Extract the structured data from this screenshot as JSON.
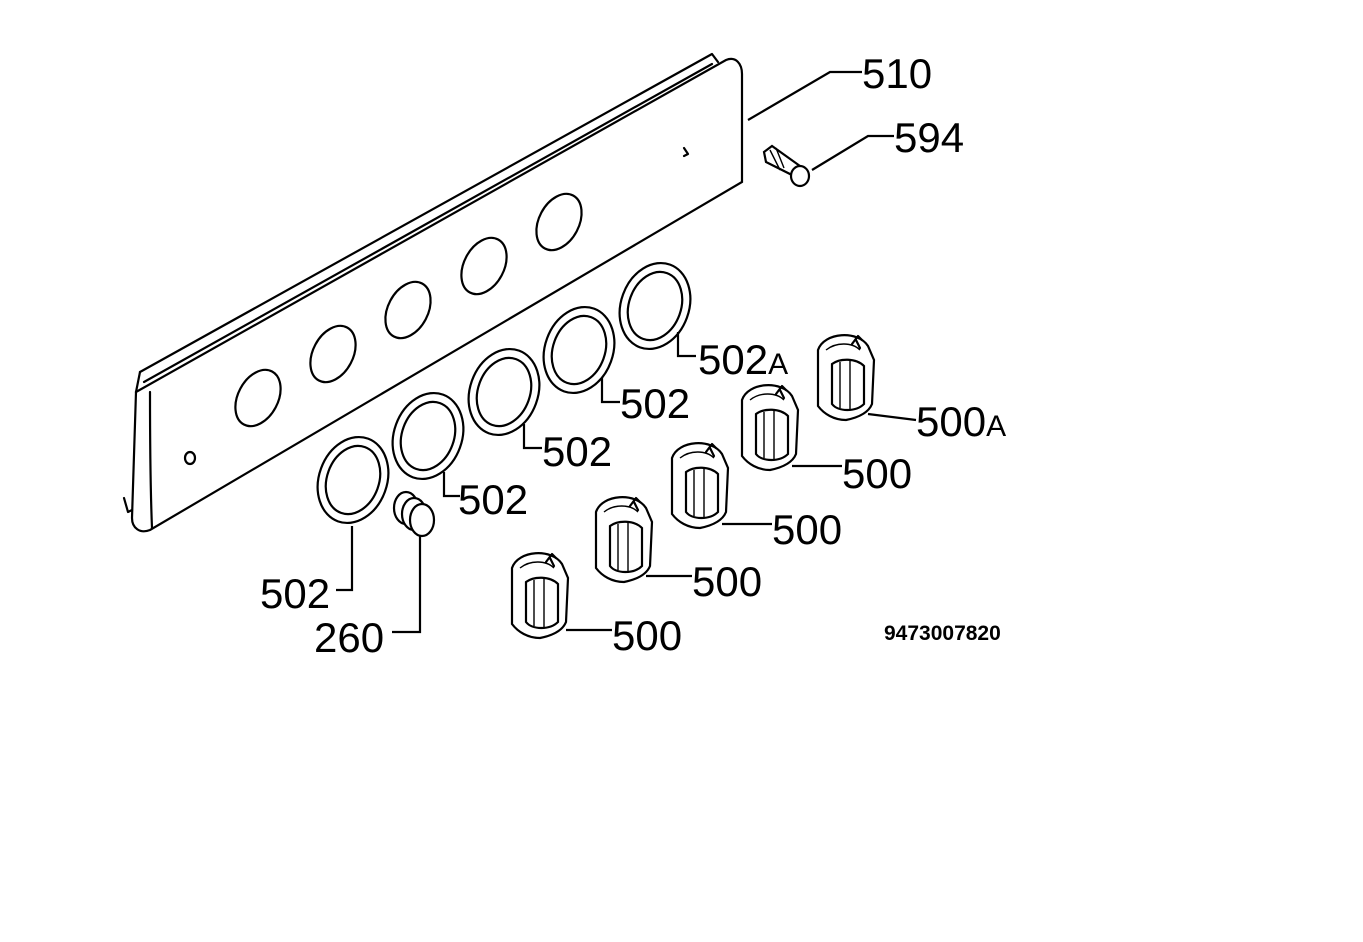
{
  "diagram": {
    "drawing_code": "9473007820",
    "parts": {
      "p510": "510",
      "p594": "594",
      "p502a": "502",
      "p502a_suffix": "A",
      "p502_1": "502",
      "p502_2": "502",
      "p502_3": "502",
      "p502_4": "502",
      "p260": "260",
      "p500a": "500",
      "p500a_suffix": "A",
      "p500_1": "500",
      "p500_2": "500",
      "p500_3": "500",
      "p500_4": "500"
    }
  }
}
